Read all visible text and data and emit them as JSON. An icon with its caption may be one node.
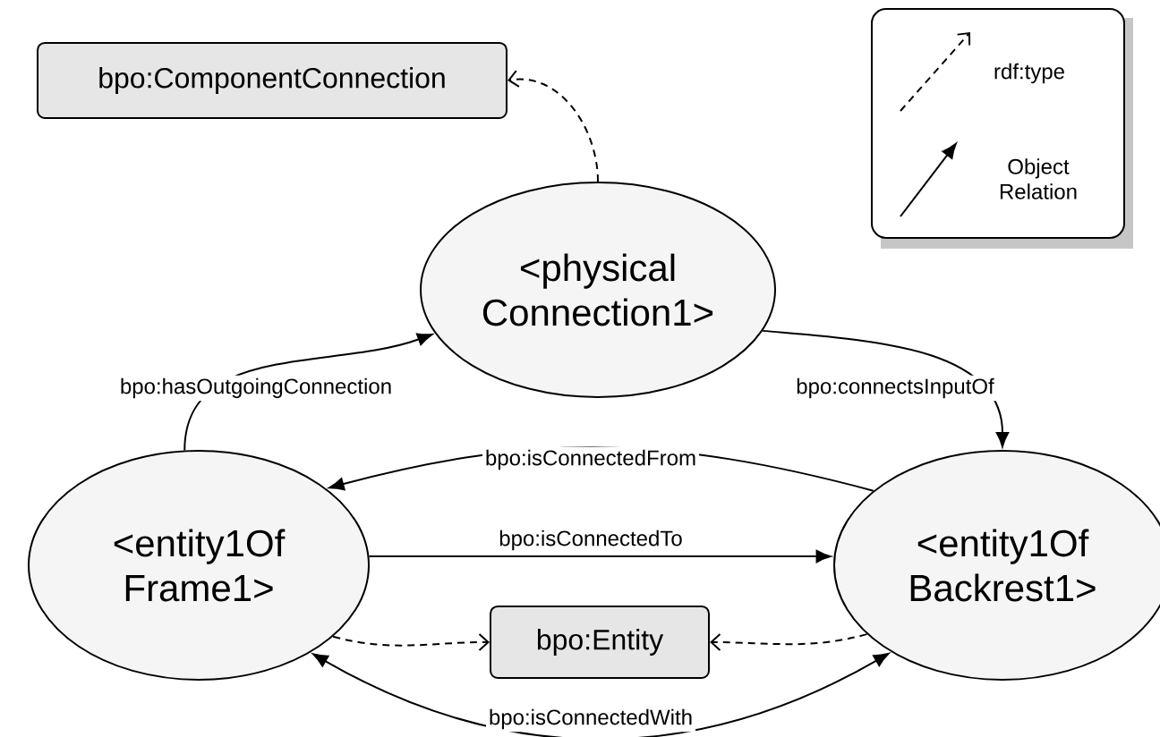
{
  "diagram": {
    "nodes": [
      {
        "text": [
          "bpo:ComponentConnection"
        ]
      },
      {
        "text": [
          "<physical Connection1>"
        ]
      },
      {
        "text": [
          "<entity1Of Frame1>"
        ]
      },
      {
        "text": [
          "<entity1Of Backrest1>"
        ]
      },
      {
        "text": [
          "bpo:Entity"
        ]
      }
    ],
    "edges": [
      {
        "from": 1,
        "to": 0,
        "arrow": "to",
        "style": "dashed"
      },
      {
        "from": 2,
        "to": 1,
        "arrow": "to",
        "label": "bpo:hasOutgoingConnection"
      },
      {
        "from": 1,
        "to": 3,
        "arrow": "to",
        "label": "bpo:connectsInputOf"
      },
      {
        "from": 3,
        "to": 2,
        "arrow": "to",
        "label": "bpo:isConnectedFrom"
      },
      {
        "from": 2,
        "to": 3,
        "arrow": "to",
        "label": "bpo:isConnectedTo"
      },
      {
        "from": 2,
        "to": 4,
        "arrow": "to",
        "style": "dashed"
      },
      {
        "from": 3,
        "to": 4,
        "arrow": "to",
        "style": "dashed"
      },
      {
        "from": 2,
        "to": 3,
        "arrow": "both",
        "label": "bpo:isConnectedWith"
      }
    ],
    "legend": [
      {
        "text": "rdf:type"
      },
      {
        "text": "Object Relation"
      }
    ]
  }
}
